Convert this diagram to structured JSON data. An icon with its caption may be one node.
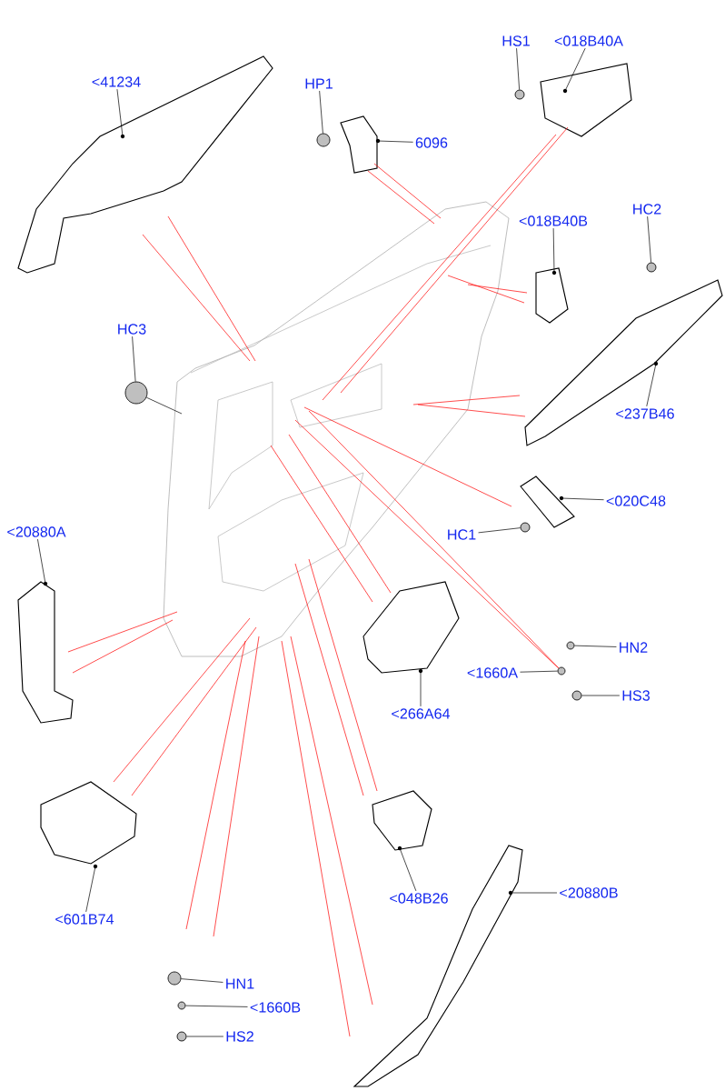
{
  "diagram": {
    "nodes": [
      {
        "text": [],
        "shape": "picture"
      },
      {
        "text": [
          "<41234"
        ]
      },
      {
        "text": [],
        "shape": "picture"
      },
      {
        "text": [
          "HP1"
        ]
      },
      {
        "text": [],
        "shape": "circle"
      },
      {
        "text": [
          "6096"
        ]
      },
      {
        "text": [],
        "shape": "picture"
      },
      {
        "text": [
          "HS1"
        ]
      },
      {
        "text": [],
        "shape": "circle"
      },
      {
        "text": [
          "<018B40A"
        ]
      },
      {
        "text": [],
        "shape": "picture"
      },
      {
        "text": [
          "<018B40B"
        ]
      },
      {
        "text": [],
        "shape": "picture"
      },
      {
        "text": [
          "HC2"
        ]
      },
      {
        "text": [],
        "shape": "circle"
      },
      {
        "text": [
          "<237B46"
        ]
      },
      {
        "text": [],
        "shape": "picture"
      },
      {
        "text": [
          "HC3"
        ]
      },
      {
        "text": [],
        "shape": "circle"
      },
      {
        "text": [
          "<020C48"
        ]
      },
      {
        "text": [],
        "shape": "picture"
      },
      {
        "text": [
          "HC1"
        ]
      },
      {
        "text": [],
        "shape": "circle"
      },
      {
        "text": [
          "<20880A"
        ]
      },
      {
        "text": [],
        "shape": "picture"
      },
      {
        "text": [
          "HN2"
        ]
      },
      {
        "text": [],
        "shape": "circle"
      },
      {
        "text": [
          "<1660A"
        ]
      },
      {
        "text": [],
        "shape": "circle"
      },
      {
        "text": [
          "HS3"
        ]
      },
      {
        "text": [],
        "shape": "circle"
      },
      {
        "text": [
          "<266A64"
        ]
      },
      {
        "text": [],
        "shape": "picture"
      },
      {
        "text": [
          "<601B74"
        ]
      },
      {
        "text": [],
        "shape": "picture"
      },
      {
        "text": [
          "<048B26"
        ]
      },
      {
        "text": [],
        "shape": "picture"
      },
      {
        "text": [
          "<20880B"
        ]
      },
      {
        "text": [],
        "shape": "picture"
      },
      {
        "text": [
          "HN1"
        ]
      },
      {
        "text": [],
        "shape": "circle"
      },
      {
        "text": [
          "<1660B"
        ]
      },
      {
        "text": [],
        "shape": "circle"
      },
      {
        "text": [
          "HS2"
        ]
      },
      {
        "text": [],
        "shape": "circle"
      }
    ],
    "edges": [
      {
        "from": 1,
        "to": 2,
        "arrow": "none",
        "color": "#000000"
      },
      {
        "from": 3,
        "to": 4,
        "arrow": "none",
        "color": "#000000"
      },
      {
        "from": 5,
        "to": 6,
        "arrow": "none",
        "color": "#000000"
      },
      {
        "from": 7,
        "to": 8,
        "arrow": "none",
        "color": "#000000"
      },
      {
        "from": 9,
        "to": 10,
        "arrow": "none",
        "color": "#000000"
      },
      {
        "from": 11,
        "to": 12,
        "arrow": "none",
        "color": "#000000"
      },
      {
        "from": 13,
        "to": 14,
        "arrow": "none",
        "color": "#000000"
      },
      {
        "from": 15,
        "to": 16,
        "arrow": "none",
        "color": "#000000"
      },
      {
        "from": 17,
        "to": 18,
        "arrow": "none",
        "color": "#000000"
      },
      {
        "from": 19,
        "to": 20,
        "arrow": "none",
        "color": "#000000"
      },
      {
        "from": 21,
        "to": 22,
        "arrow": "none",
        "color": "#000000"
      },
      {
        "from": 23,
        "to": 24,
        "arrow": "none",
        "color": "#000000"
      },
      {
        "from": 25,
        "to": 26,
        "arrow": "none",
        "color": "#000000"
      },
      {
        "from": 27,
        "to": 28,
        "arrow": "none",
        "color": "#000000"
      },
      {
        "from": 29,
        "to": 30,
        "arrow": "none",
        "color": "#000000"
      },
      {
        "from": 31,
        "to": 32,
        "arrow": "none",
        "color": "#000000"
      },
      {
        "from": 33,
        "to": 34,
        "arrow": "none",
        "color": "#000000"
      },
      {
        "from": 35,
        "to": 36,
        "arrow": "none",
        "color": "#000000"
      },
      {
        "from": 37,
        "to": 38,
        "arrow": "none",
        "color": "#000000"
      },
      {
        "from": 39,
        "to": 40,
        "arrow": "none",
        "color": "#000000"
      },
      {
        "from": 41,
        "to": 42,
        "arrow": "none",
        "color": "#000000"
      },
      {
        "from": 43,
        "to": 44,
        "arrow": "none",
        "color": "#000000"
      },
      {
        "from": 2,
        "to": 0,
        "arrow": "none"
      },
      {
        "from": 2,
        "to": 0,
        "arrow": "none"
      },
      {
        "from": 6,
        "to": 0,
        "arrow": "none"
      },
      {
        "from": 6,
        "to": 0,
        "arrow": "none"
      },
      {
        "from": 10,
        "to": 0,
        "arrow": "none"
      },
      {
        "from": 10,
        "to": 0,
        "arrow": "none"
      },
      {
        "from": 12,
        "to": 0,
        "arrow": "none"
      },
      {
        "from": 12,
        "to": 0,
        "arrow": "none"
      },
      {
        "from": 16,
        "to": 0,
        "arrow": "none"
      },
      {
        "from": 16,
        "to": 0,
        "arrow": "none"
      },
      {
        "from": 20,
        "to": 0,
        "arrow": "none"
      },
      {
        "from": 28,
        "to": 0,
        "arrow": "none"
      },
      {
        "from": 28,
        "to": 0,
        "arrow": "none"
      },
      {
        "from": 32,
        "to": 0,
        "arrow": "none"
      },
      {
        "from": 32,
        "to": 0,
        "arrow": "none"
      },
      {
        "from": 24,
        "to": 0,
        "arrow": "none"
      },
      {
        "from": 24,
        "to": 0,
        "arrow": "none"
      },
      {
        "from": 34,
        "to": 0,
        "arrow": "none"
      },
      {
        "from": 34,
        "to": 0,
        "arrow": "none"
      },
      {
        "from": 36,
        "to": 0,
        "arrow": "none"
      },
      {
        "from": 36,
        "to": 0,
        "arrow": "none"
      },
      {
        "from": null,
        "to": 0,
        "arrow": "none"
      },
      {
        "from": null,
        "to": 0,
        "arrow": "none"
      },
      {
        "from": 38,
        "to": 0,
        "arrow": "none"
      },
      {
        "from": 38,
        "to": 0,
        "arrow": "none"
      },
      {
        "from": 18,
        "to": 0,
        "arrow": "none",
        "color": "#000000"
      }
    ]
  }
}
